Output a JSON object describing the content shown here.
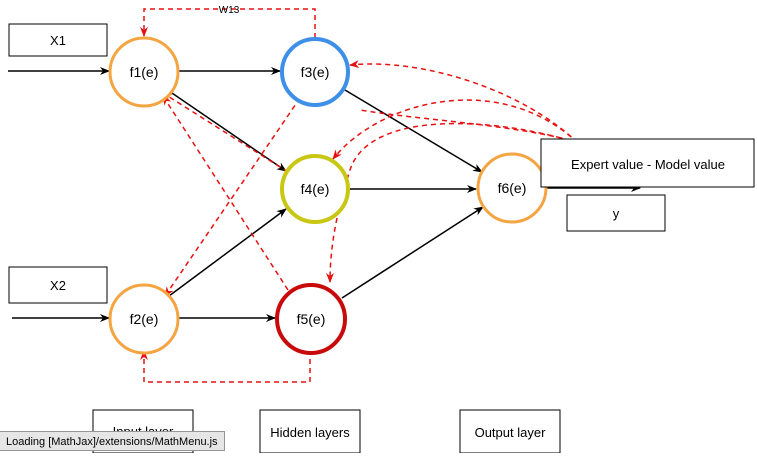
{
  "inputs": {
    "x1": "X1",
    "x2": "X2"
  },
  "nodes": {
    "f1": "f1(e)",
    "f2": "f2(e)",
    "f3": "f3(e)",
    "f4": "f4(e)",
    "f5": "f5(e)",
    "f6": "f6(e)"
  },
  "weight_label": "W13",
  "error_box": "Expert value - Model value",
  "output_box": "y",
  "legend": {
    "input_layer": "Input layer",
    "hidden_layers": "Hidden layers",
    "output_layer": "Output layer"
  },
  "status_bar": "Loading [MathJax]/extensions/MathMenu.js",
  "colors": {
    "input_node": "#f5a442",
    "f3_node": "#3d8fe8",
    "f4_node": "#c8c814",
    "f5_node": "#c80a0a",
    "output_node": "#f5a442",
    "backprop": "#e81010",
    "forward": "#000000"
  }
}
